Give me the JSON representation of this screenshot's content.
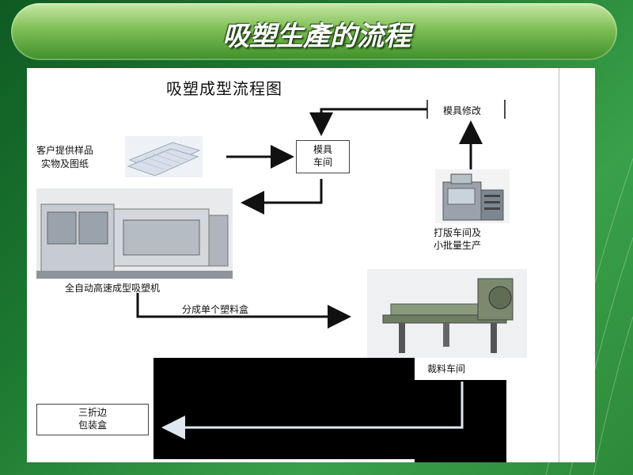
{
  "slide": {
    "title": "吸塑生產的流程"
  },
  "diagram": {
    "title": "吸塑成型流程图",
    "nodes": {
      "mold_workshop": [
        "模具",
        "车间"
      ],
      "mold_modify": "模具修改",
      "customer_samples": [
        "客户提供样品",
        "实物及图纸"
      ],
      "forming_machine": "全自动高速成型吸塑机",
      "split_boxes": "分成单个塑料盒",
      "proto_workshop": [
        "打版车间及",
        "小批量生产"
      ],
      "cutting_workshop": "裁料车间",
      "fold_box": [
        "三折边",
        "包装盒"
      ]
    }
  },
  "colors": {
    "background": "#1d7a31",
    "title_bar": "#7fbf55",
    "title_text": "#ffffff",
    "canvas": "#ffffff",
    "arrow": "#111111",
    "arrow_light": "#c8d8e8"
  }
}
